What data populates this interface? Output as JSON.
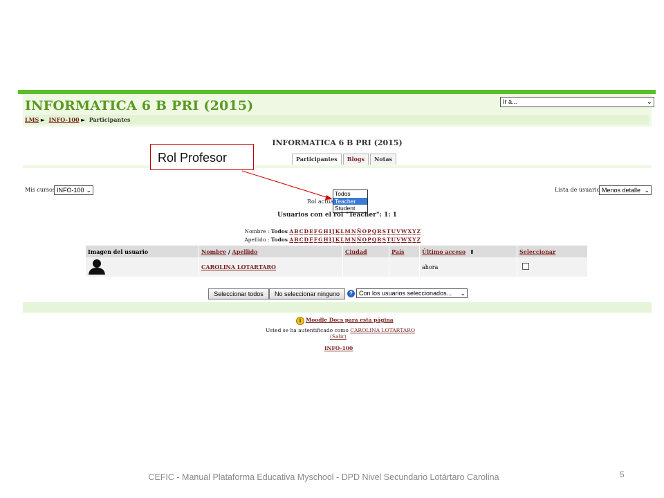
{
  "header": {
    "course_title": "INFORMATICA 6 B PRI (2015)",
    "jump_menu": "Ir a..."
  },
  "breadcrumb": [
    "LMS",
    "INFO-100",
    "Participantes"
  ],
  "breadcrumb_sep": "►",
  "course_heading": "INFORMATICA 6 B PRI (2015)",
  "tabs": [
    {
      "label": "Participantes",
      "active": true
    },
    {
      "label": "Blogs",
      "active": false
    },
    {
      "label": "Notas",
      "active": false
    }
  ],
  "callout": {
    "text": "Rol Profesor",
    "color": "#c00000"
  },
  "filters": {
    "my_courses_label": "Mis cursos",
    "my_courses_value": "INFO-100",
    "user_list_label": "Lista de usuarios",
    "user_list_value": "Menos detalle",
    "current_role_label": "Rol actual",
    "role_options": [
      "Todos",
      "Teacher",
      "Student"
    ],
    "role_selected": "Teacher"
  },
  "user_count": "Usuarios con el rol \"Teacher\": 1: 1",
  "alpha_filters": {
    "first_name_label": "Nombre : Todos",
    "last_name_label": "Apellido : Todos",
    "letters": [
      "A",
      "B",
      "C",
      "D",
      "E",
      "F",
      "G",
      "H",
      "I",
      "J",
      "K",
      "L",
      "M",
      "N",
      "Ñ",
      "O",
      "P",
      "Q",
      "R",
      "S",
      "T",
      "U",
      "V",
      "W",
      "X",
      "Y",
      "Z"
    ]
  },
  "table": {
    "headers": {
      "image": "Imagen del usuario",
      "first": "Nombre",
      "slash": "/",
      "last": "Apellido",
      "city": "Ciudad",
      "country": "País",
      "last_access": "Último acceso",
      "sort_arrow": "⬆",
      "select": "Seleccionar"
    },
    "rows": [
      {
        "name": "CAROLINA LOTARTARO",
        "city": "",
        "country": "",
        "last_access": "ahora"
      }
    ]
  },
  "actions": {
    "select_all": "Seleccionar todos",
    "select_none": "No seleccionar ninguno",
    "with_selected": "Con los usuarios seleccionados..."
  },
  "page_footer": {
    "docs_link": "Moodle Docs para esta página",
    "logged_in_prefix": "Usted se ha autentificado como",
    "user": "CAROLINA LOTARTARO",
    "logout": "(Salir)",
    "course_link": "INFO-100"
  },
  "slide_footer": {
    "text": "CEFIC - Manual Plataforma Educativa Myschool - DPD Nivel Secundario Lotártaro Carolina",
    "page": "5"
  },
  "colors": {
    "brand_green": "#5cbf2a",
    "title_green": "#5a9a23",
    "link": "#7a1f1f",
    "panel": "#eef8e3"
  }
}
